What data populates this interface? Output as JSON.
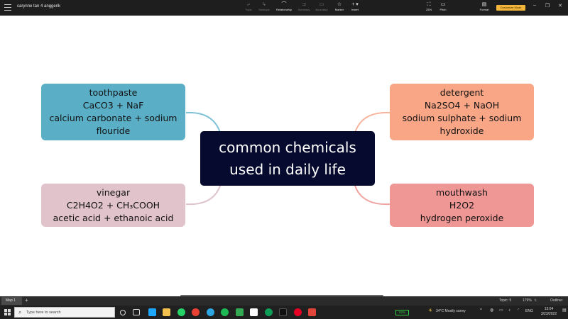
{
  "app": {
    "doc_title": "carynne tan 4 anggerik",
    "toolbar": {
      "topic": "Topic",
      "subtopic": "Subtopic",
      "relationship": "Relationship",
      "summary": "Summary",
      "boundary": "Boundary",
      "marker": "Marker",
      "insert": "Insert",
      "zen": "ZEN",
      "pitch": "Pitch",
      "format": "Format",
      "customize_mode": "Customize Mode"
    }
  },
  "mindmap": {
    "central": {
      "line1": "common chemicals",
      "line2": "used in daily life",
      "bg": "#050a2e"
    },
    "topics": [
      {
        "id": "toothpaste",
        "lines": [
          "toothpaste",
          "CaCO3 + NaF",
          "calcium carbonate + sodium",
          "flouride"
        ],
        "color": "#5aafc7",
        "connector": "#7fc2d6"
      },
      {
        "id": "vinegar",
        "lines": [
          "vinegar",
          "C2H4O2 + CH₃COOH",
          "acetic acid + ethanoic acid"
        ],
        "color": "#e1c3cc",
        "connector": "#dfc4cb"
      },
      {
        "id": "detergent",
        "lines": [
          "detergent",
          "Na2SO4 + NaOH",
          "sodium sulphate + sodium",
          "hydroxide"
        ],
        "color": "#f9a686",
        "connector": "#f6b59c"
      },
      {
        "id": "mouthwash",
        "lines": [
          "mouthwash",
          "H2O2",
          "hydrogen peroxide"
        ],
        "color": "#ef9795",
        "connector": "#efa3a0"
      }
    ]
  },
  "sheet": {
    "tab": "Map 1",
    "add": "+",
    "topic_count": "Topic: 5",
    "zoom": "179%",
    "outliner": "Outliner"
  },
  "taskbar": {
    "search_placeholder": "Type here to search",
    "battery": "52%",
    "weather": "34°C  Mostly sunny",
    "language": "ENG",
    "time": "13:04",
    "date": "3/23/2022"
  }
}
